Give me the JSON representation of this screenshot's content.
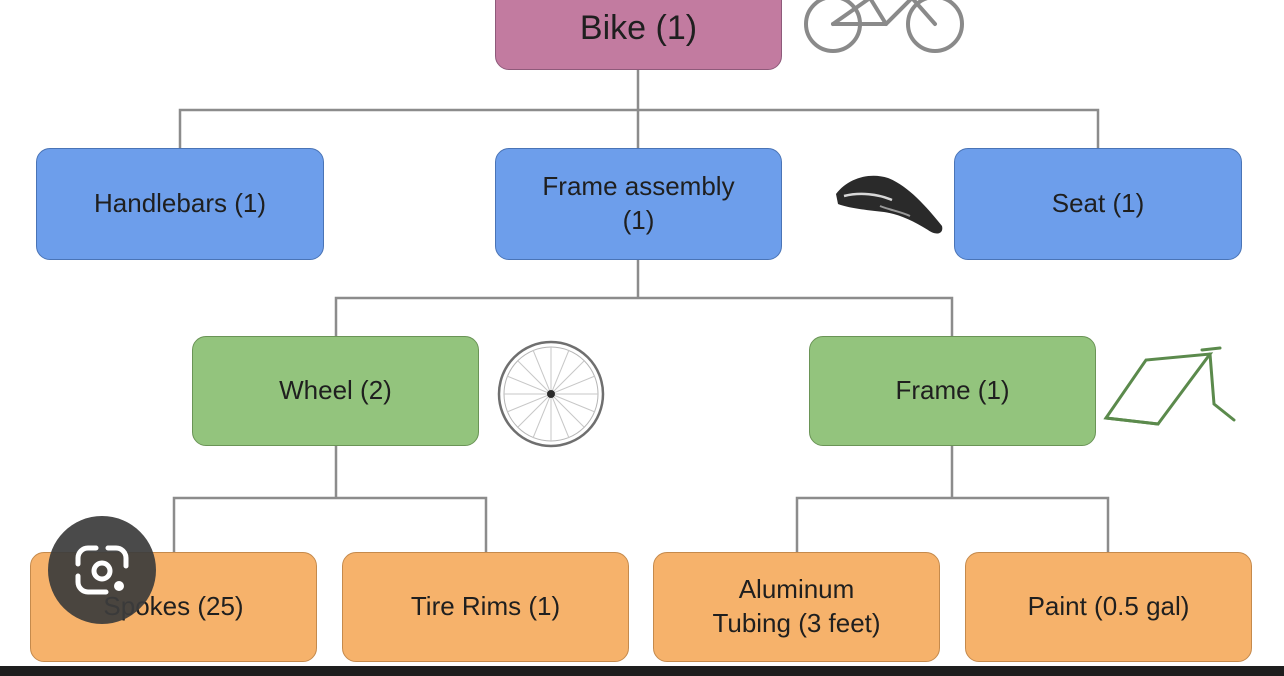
{
  "diagram": {
    "root": {
      "label": "Bike (1)"
    },
    "level1": [
      {
        "label": "Handlebars (1)"
      },
      {
        "label": "Frame assembly\n(1)"
      },
      {
        "label": "Seat (1)"
      }
    ],
    "level2": [
      {
        "label": "Wheel (2)"
      },
      {
        "label": "Frame (1)"
      }
    ],
    "level3": [
      {
        "label": "Spokes (25)"
      },
      {
        "label": "Tire Rims (1)"
      },
      {
        "label": "Aluminum\nTubing (3 feet)"
      },
      {
        "label": "Paint (0.5 gal)"
      }
    ]
  },
  "icons": {
    "bike": "bicycle-icon",
    "seat": "bike-seat-icon",
    "wheel": "wheel-icon",
    "frame": "bike-frame-icon",
    "lens": "google-lens-icon"
  },
  "colors": {
    "root": "#c27ba0",
    "level1": "#6d9eeb",
    "level2": "#93c47d",
    "level3": "#f6b26b",
    "connector": "#8c8c8c"
  }
}
